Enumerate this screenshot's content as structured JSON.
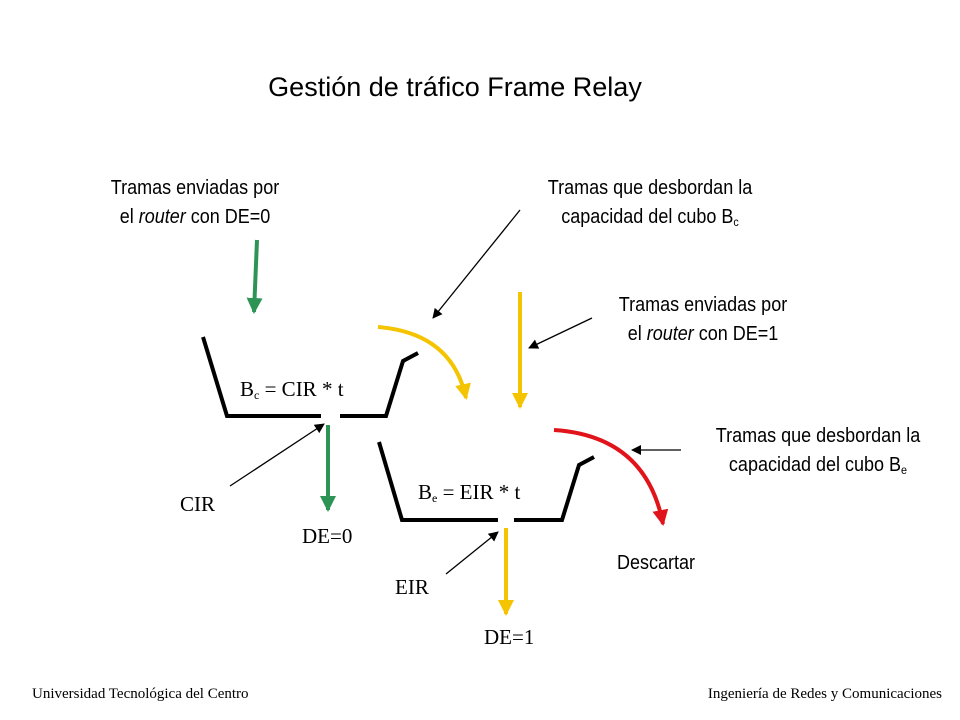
{
  "title": "Gestión de tráfico Frame Relay",
  "labels": {
    "sent_de0": {
      "line1": "Tramas enviadas por",
      "line2_pre": "el ",
      "line2_em": "router",
      "line2_post": " con DE=0"
    },
    "overflow_bc": {
      "line1": "Tramas que desbordan la",
      "line2_pre": "capacidad del cubo B",
      "line2_sub": "c"
    },
    "sent_de1": {
      "line1": "Tramas enviadas por",
      "line2_pre": "el ",
      "line2_em": "router",
      "line2_post": " con DE=1"
    },
    "overflow_be": {
      "line1": "Tramas que desbordan la",
      "line2_pre": "capacidad del cubo B",
      "line2_sub": "e"
    },
    "discard": "Descartar"
  },
  "buckets": {
    "bc": {
      "main": "B",
      "sub": "c",
      "rest": " = CIR * t"
    },
    "be": {
      "main": "B",
      "sub": "e",
      "rest": " = EIR * t"
    }
  },
  "outputs": {
    "cir": "CIR",
    "de0": "DE=0",
    "eir": "EIR",
    "de1": "DE=1"
  },
  "footer": {
    "left": "Universidad Tecnológica del Centro",
    "right": "Ingeniería de Redes y Comunicaciones"
  },
  "colors": {
    "green": "#2e9456",
    "yellow": "#f5c400",
    "red": "#e0141a",
    "black": "#000000"
  }
}
